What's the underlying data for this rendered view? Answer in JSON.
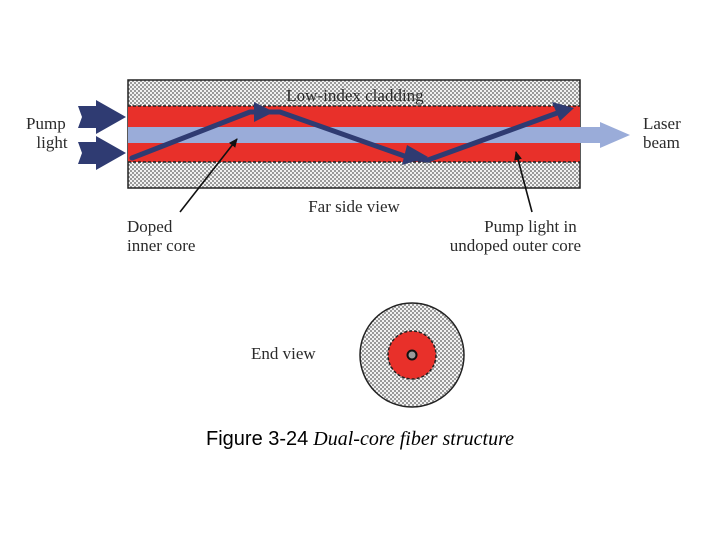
{
  "labels": {
    "cladding": "Low-index cladding",
    "pump_light": [
      "Pump",
      "light"
    ],
    "laser_beam": [
      "Laser",
      "beam"
    ],
    "far_side_view": "Far side view",
    "doped_inner_core": [
      "Doped",
      "inner core"
    ],
    "pump_light_outer_core": [
      "Pump light in",
      "undoped outer core"
    ],
    "end_view": "End view"
  },
  "caption": {
    "number": "Figure 3-24",
    "title": "Dual-core fiber structure"
  },
  "colors": {
    "outer_core": "#e8302a",
    "inner_core": "#9aacd9",
    "pump_arrows": "#2f3b72",
    "cladding_fill": "#d8d8d8",
    "outline": "#222222"
  }
}
